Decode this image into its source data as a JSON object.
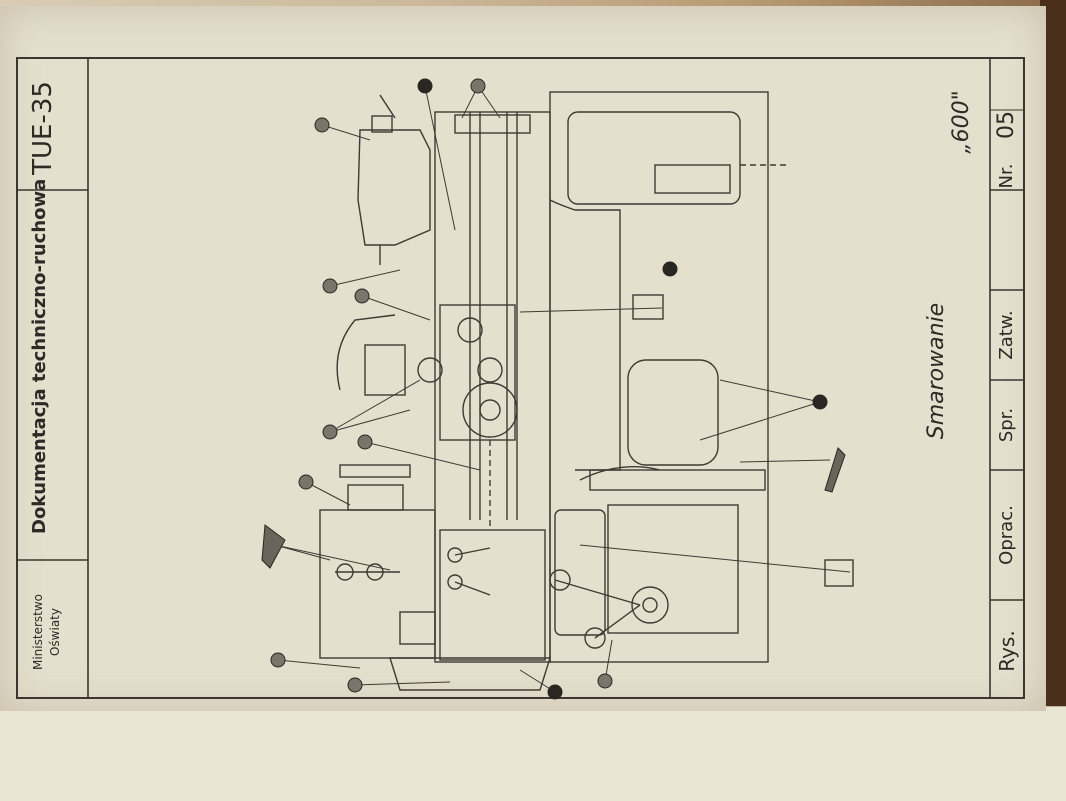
{
  "title_block": {
    "ministry_line1": "Ministerstwo",
    "ministry_line2": "Oświaty",
    "doc_type": "Dokumentacja techniczno-ruchowa",
    "doc_code": "TUE-35"
  },
  "drawing": {
    "title": "Smarowanie",
    "model": "„600\""
  },
  "sign_block": {
    "rys": "Rys.",
    "oprac": "Oprac.",
    "spr": "Spr.",
    "zatw": "Zatw.",
    "nr_label": "Nr.",
    "nr_value": "05"
  },
  "colors": {
    "paper": "#e5dfce",
    "ink": "#3b3630",
    "marker": "#2a2622"
  }
}
